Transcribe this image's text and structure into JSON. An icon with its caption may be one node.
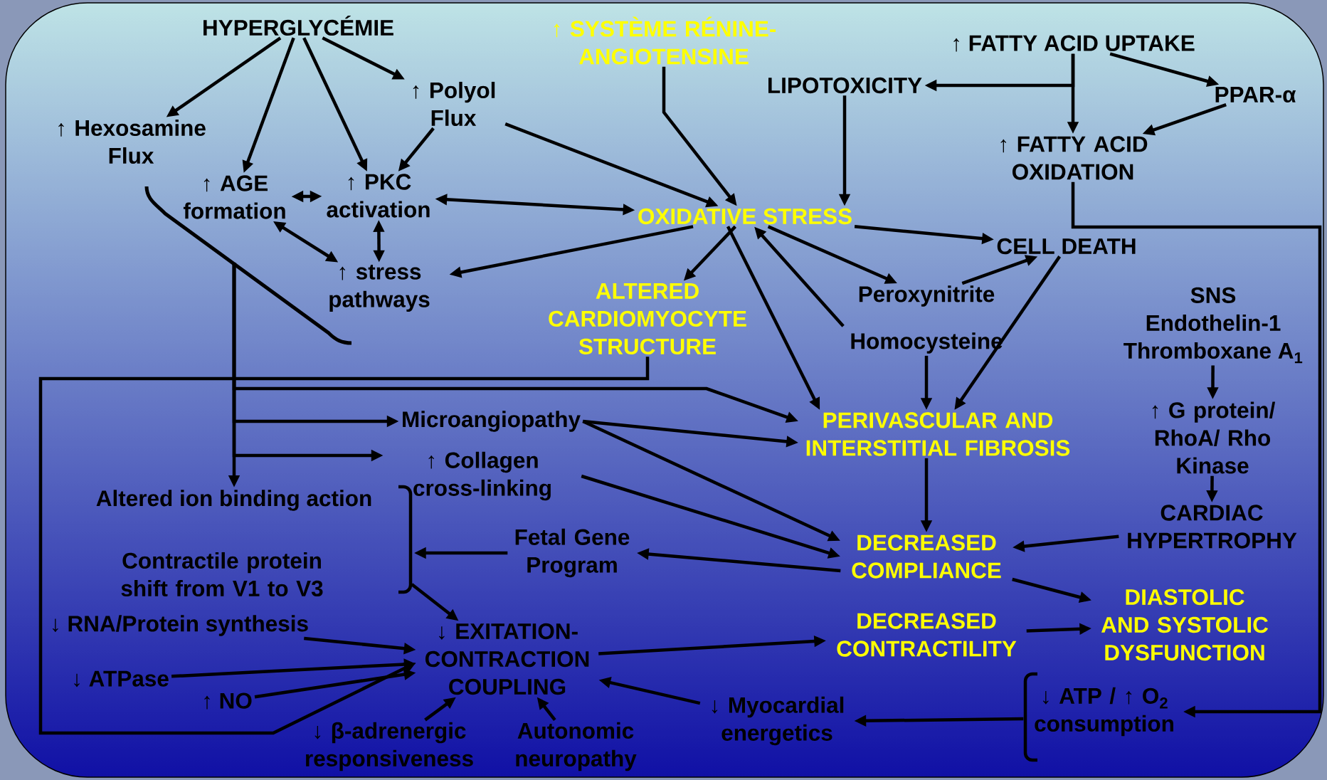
{
  "diagram": {
    "nodes": [
      {
        "text": [
          "HYPERGLYCÉMIE"
        ]
      },
      {
        "text": [
          "↑ Hexosamine Flux"
        ]
      },
      {
        "text": [
          "↑ AGE formation"
        ]
      },
      {
        "text": [
          "↑ PKC activation"
        ]
      },
      {
        "text": [
          "↑ Polyol Flux"
        ]
      },
      {
        "text": [
          "↑ stress pathways"
        ]
      },
      {
        "text": [
          "↑ SYSTÈME RÉNINE-ANGIOTENSINE"
        ]
      },
      {
        "text": [
          "LIPOTOXICITY"
        ]
      },
      {
        "text": [
          "↑ FATTY ACID UPTAKE"
        ]
      },
      {
        "text": [
          "PPAR-α"
        ]
      },
      {
        "text": [
          "↑ FATTY ACID OXIDATION"
        ]
      },
      {
        "text": [
          "OXIDATIVE STRESS"
        ]
      },
      {
        "text": [
          "ALTERED CARDIOMYOCYTE STRUCTURE"
        ]
      },
      {
        "text": [
          "CELL DEATH"
        ]
      },
      {
        "text": [
          "Peroxynitrite"
        ]
      },
      {
        "text": [
          "Homocysteine"
        ]
      },
      {
        "text": [
          "SNS",
          "Endothelin-1",
          "Thromboxane A$_{1}$"
        ]
      },
      {
        "text": [
          "PERIVASCULAR AND INTERSTITIAL FIBROSIS"
        ]
      },
      {
        "text": [
          "↑ G protein/ RhoA/ Rho Kinase"
        ]
      },
      {
        "text": [
          "Microangiopathy"
        ]
      },
      {
        "text": [
          "↑ Collagen cross-linking"
        ]
      },
      {
        "text": [
          "Altered ion binding action"
        ]
      },
      {
        "text": [
          "Contractile protein shift from V1 to V3"
        ]
      },
      {
        "text": [
          "Fetal Gene Program"
        ]
      },
      {
        "text": [
          "DECREASED COMPLIANCE"
        ]
      },
      {
        "text": [
          "CARDIAC HYPERTROPHY"
        ]
      },
      {
        "text": [
          "↓ RNA/Protein synthesis"
        ]
      },
      {
        "text": [
          "↓ EXITATION-CONTRACTION COUPLING"
        ]
      },
      {
        "text": [
          "DECREASED CONTRACTILITY"
        ]
      },
      {
        "text": [
          "DIASTOLIC AND SYSTOLIC DYSFUNCTION"
        ]
      },
      {
        "text": [
          "↓ ATPase"
        ]
      },
      {
        "text": [
          "↑ NO"
        ]
      },
      {
        "text": [
          "↓ ATP / ↑ O$_{2}$ consumption"
        ]
      },
      {
        "text": [
          "↓ Myocardial energetics"
        ]
      },
      {
        "text": [
          "↓ β-adrenergic responsiveness"
        ]
      },
      {
        "text": [
          "Autonomic neuropathy"
        ]
      }
    ],
    "edges": [
      {
        "from": 0,
        "to": 1,
        "arrow": "to"
      },
      {
        "from": 0,
        "to": 2,
        "arrow": "to"
      },
      {
        "from": 0,
        "to": 3,
        "arrow": "to"
      },
      {
        "from": 0,
        "to": 4,
        "arrow": "to"
      },
      {
        "from": 4,
        "to": 3,
        "arrow": "to"
      },
      {
        "from": 4,
        "to": 11,
        "arrow": "to"
      },
      {
        "from": 2,
        "to": 3,
        "arrow": "both"
      },
      {
        "from": 3,
        "to": 11,
        "arrow": "both"
      },
      {
        "from": 3,
        "to": 5,
        "arrow": "both"
      },
      {
        "from": 2,
        "to": 5,
        "arrow": "both"
      },
      {
        "from": 11,
        "to": 5,
        "arrow": "to"
      },
      {
        "from": 6,
        "to": 11,
        "arrow": "to"
      },
      {
        "from": 7,
        "to": 11,
        "arrow": "to"
      },
      {
        "from": 8,
        "to": 7,
        "arrow": "to"
      },
      {
        "from": 8,
        "to": 10,
        "arrow": "to"
      },
      {
        "from": 8,
        "to": 9,
        "arrow": "to"
      },
      {
        "from": 9,
        "to": 10,
        "arrow": "to"
      },
      {
        "from": 10,
        "to": 32,
        "arrow": "to"
      },
      {
        "from": 11,
        "to": 12,
        "arrow": "to"
      },
      {
        "from": 11,
        "to": 14,
        "arrow": "to"
      },
      {
        "from": 11,
        "to": 13,
        "arrow": "to"
      },
      {
        "from": 11,
        "to": 17,
        "arrow": "to"
      },
      {
        "from": 15,
        "to": 11,
        "arrow": "to"
      },
      {
        "from": 14,
        "to": 13,
        "arrow": "to"
      },
      {
        "from": 13,
        "to": 17,
        "arrow": "to"
      },
      {
        "from": 15,
        "to": 17,
        "arrow": "to"
      },
      {
        "from": 16,
        "to": 18,
        "arrow": "to"
      },
      {
        "from": 18,
        "to": 25,
        "arrow": "to"
      },
      {
        "from": 25,
        "to": 24,
        "arrow": "to"
      },
      {
        "from": 17,
        "to": 24,
        "arrow": "to"
      },
      {
        "from": null,
        "to": 21,
        "arrow": "to"
      },
      {
        "from": null,
        "to": 19,
        "arrow": "to"
      },
      {
        "from": null,
        "to": 20,
        "arrow": "to"
      },
      {
        "from": null,
        "to": 17,
        "arrow": "to"
      },
      {
        "from": 19,
        "to": 17,
        "arrow": "to"
      },
      {
        "from": 19,
        "to": 24,
        "arrow": "to"
      },
      {
        "from": 20,
        "to": 24,
        "arrow": "to"
      },
      {
        "from": 24,
        "to": 23,
        "arrow": "to"
      },
      {
        "from": 23,
        "to": 22,
        "arrow": "to"
      },
      {
        "from": 22,
        "to": 27,
        "arrow": "to"
      },
      {
        "from": 26,
        "to": 27,
        "arrow": "to"
      },
      {
        "from": 30,
        "to": 27,
        "arrow": "to"
      },
      {
        "from": 31,
        "to": 27,
        "arrow": "to"
      },
      {
        "from": 12,
        "to": 27,
        "arrow": "to"
      },
      {
        "from": 34,
        "to": 27,
        "arrow": "to"
      },
      {
        "from": 35,
        "to": 27,
        "arrow": "to"
      },
      {
        "from": 33,
        "to": 27,
        "arrow": "to"
      },
      {
        "from": 27,
        "to": 28,
        "arrow": "to"
      },
      {
        "from": 24,
        "to": 29,
        "arrow": "to"
      },
      {
        "from": 28,
        "to": 29,
        "arrow": "to"
      },
      {
        "from": 32,
        "to": 33,
        "arrow": "to"
      }
    ]
  }
}
